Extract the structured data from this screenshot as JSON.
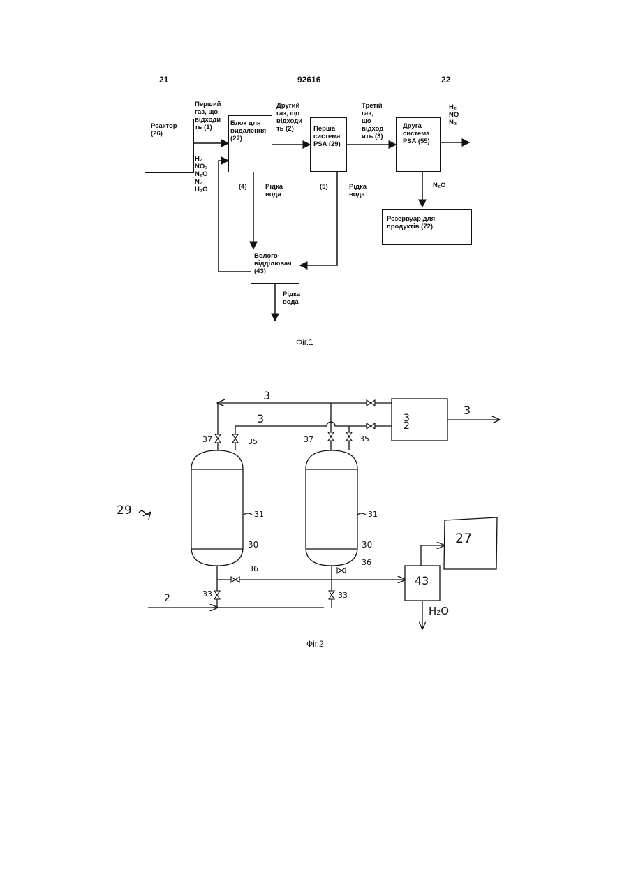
{
  "header": {
    "left_page": "21",
    "doc_number": "92616",
    "right_page": "22"
  },
  "figure1": {
    "caption": "Фіг.1",
    "boxes": {
      "reactor": "Реактор\n(26)",
      "removal": "Блок для\nвидалення\n(27)",
      "psa1": "Перша\nсистема\nPSA (29)",
      "psa2": "Друга\nсистема\nPSA (55)",
      "separator": "Волого-\nвідділювач\n(43)",
      "product_tank": "Резервуар для\nпродуктів (72)"
    },
    "labels": {
      "gas1": "Перший\nгаз, що\nвідходи\nть (1)",
      "gas2": "Другий\nгаз, що\nвідходи\nть (2)",
      "gas3": "Третій\nгаз, що\nвідход\nить (3)",
      "components_left": "H₂\nNO₂\nN₂O\nN₂\nH₂O",
      "components_right": "H₂\nNO\nN₂",
      "stream4": "(4)",
      "stream5": "(5)",
      "liquid_water_1": "Рідка\nвода",
      "liquid_water_2": "Рідка\nвода",
      "liquid_water_3": "Рідка\nвода",
      "n2o": "N₂O"
    }
  },
  "figure2": {
    "caption": "Фіг.2",
    "labels": {
      "line3_top": "3",
      "line3_mid": "3",
      "box32": "3 2",
      "out3": "3",
      "system": "29",
      "v37a": "37",
      "v35a": "35",
      "v37b": "37",
      "v35b": "35",
      "bed31a": "31",
      "bed31b": "31",
      "v30a": "30",
      "v30b": "30",
      "v36a": "36",
      "v36b": "36",
      "v33a": "33",
      "v33b": "33",
      "in2": "2",
      "box43": "43",
      "box27": "27",
      "h2o": "H₂O"
    }
  }
}
